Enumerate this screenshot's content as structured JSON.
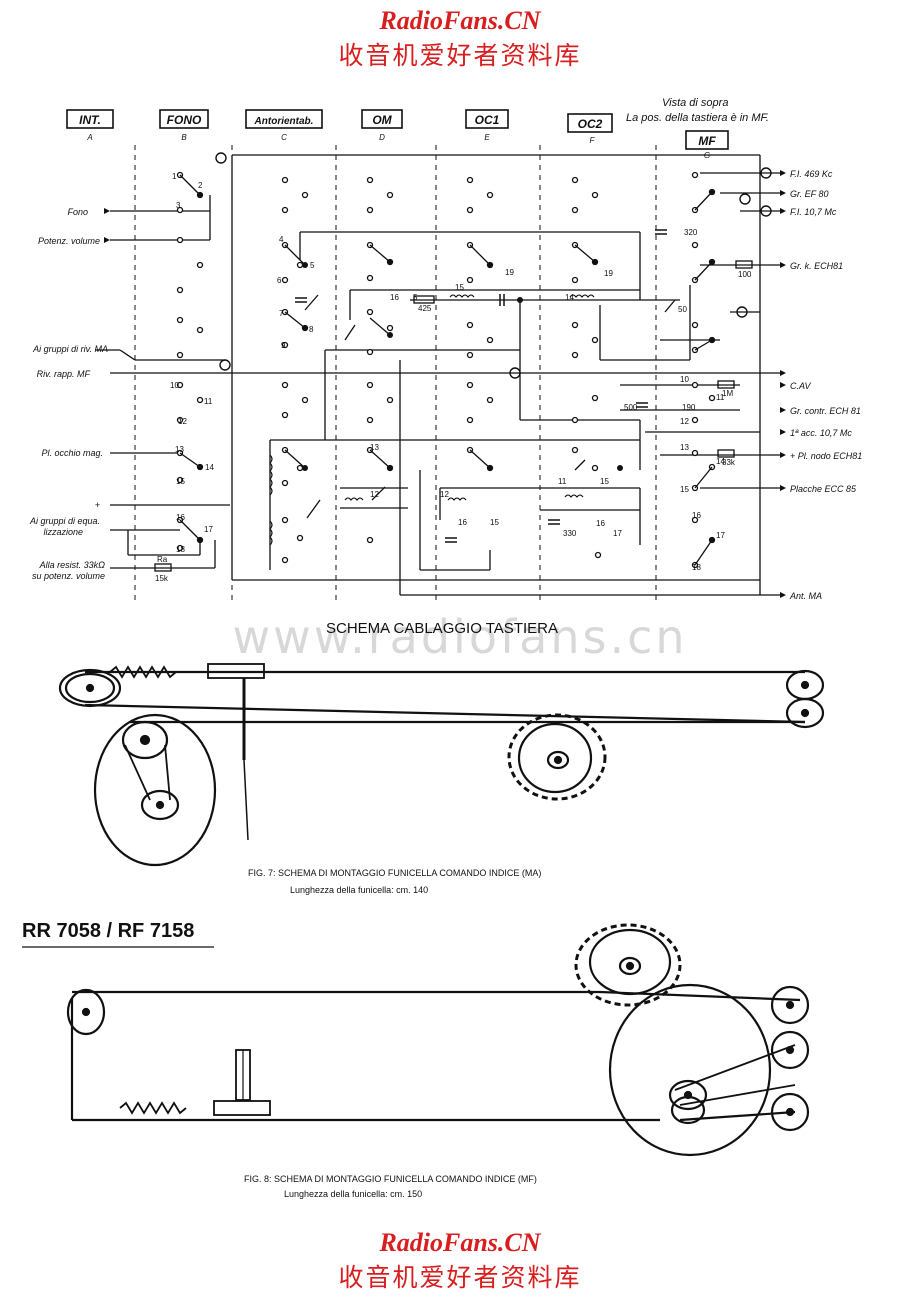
{
  "header": {
    "brand": "RadioFans.CN",
    "subtitle": "收音机爱好者资料库"
  },
  "footer": {
    "brand": "RadioFans.CN",
    "subtitle": "收音机爱好者资料库"
  },
  "watermark": "www.radiofans.cn",
  "schematic": {
    "title": "SCHEMA CABLAGGIO TASTIERA",
    "note_line1": "Vista di sopra",
    "note_line2": "La pos. della tastiera è in MF.",
    "columns": [
      {
        "name": "INT.",
        "letter": "A"
      },
      {
        "name": "FONO",
        "letter": "B"
      },
      {
        "name": "Antorientab.",
        "letter": "C"
      },
      {
        "name": "OM",
        "letter": "D"
      },
      {
        "name": "OC1",
        "letter": "E"
      },
      {
        "name": "OC2",
        "letter": "F"
      },
      {
        "name": "MF",
        "letter": "G"
      }
    ],
    "left_labels": {
      "fono": "Fono",
      "potenz": "Potenz. volume",
      "gruppi_ma": "Ai gruppi di riv. MA",
      "riv_mf": "Riv. rapp. MF",
      "occhio": "Pl. occhio mag.",
      "equal_1": "Ai gruppi di equa.",
      "equal_2": "lizzazione",
      "resist_1": "Alla resist. 33kΩ",
      "resist_2": "su potenz. volume",
      "plus": "+",
      "r15k": "15k",
      "ra": "Ra"
    },
    "right_labels": {
      "fi469": "F.I. 469 Kc",
      "gref80": "Gr. EF 80",
      "fi107": "F.I. 10,7 Mc",
      "grk": "Gr. k. ECH81",
      "cav": "C.AV",
      "grcontr": "Gr. contr. ECH 81",
      "acc107": "1ª acc. 10,7 Mc",
      "plnodo": "+ Pl. nodo ECH81",
      "placche": "Placche ECC 85",
      "antma": "Ant. MA"
    },
    "component_values": {
      "c320": "320",
      "r100": "100",
      "r1m": "1M",
      "c500": "500",
      "c190": "190",
      "r33k": "33k",
      "mb425": "425",
      "c50": "50",
      "c330": "330"
    }
  },
  "fig7": {
    "caption": "FIG. 7: SCHEMA DI MONTAGGIO FUNICELLA COMANDO INDICE (MA)",
    "length": "Lunghezza della funicella: cm. 140"
  },
  "fig8": {
    "model": "RR 7058 / RF 7158",
    "caption": "FIG. 8: SCHEMA DI MONTAGGIO FUNICELLA COMANDO INDICE (MF)",
    "length": "Lunghezza della funicella: cm. 150"
  }
}
